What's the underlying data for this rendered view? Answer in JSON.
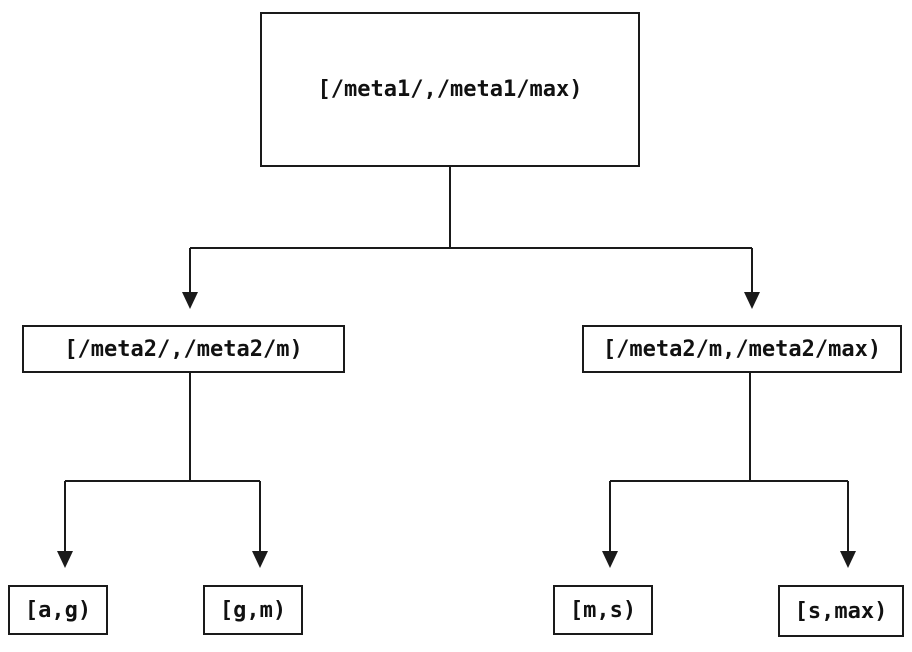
{
  "diagram": {
    "type": "tree",
    "background_color": "#ffffff",
    "line_color": "#1a1a1a",
    "text_color": "#111111",
    "nodes": [
      {
        "id": "root",
        "level": 0,
        "label": "[/meta1/,/meta1/max)"
      },
      {
        "id": "meta2-left",
        "level": 1,
        "label": "[/meta2/,/meta2/m)"
      },
      {
        "id": "meta2-right",
        "level": 1,
        "label": "[/meta2/m,/meta2/max)"
      },
      {
        "id": "leaf-ag",
        "level": 2,
        "label": "[a,g)"
      },
      {
        "id": "leaf-gm",
        "level": 2,
        "label": "[g,m)"
      },
      {
        "id": "leaf-ms",
        "level": 2,
        "label": "[m,s)"
      },
      {
        "id": "leaf-smax",
        "level": 2,
        "label": "[s,max)"
      }
    ],
    "edges": [
      {
        "from": "root",
        "to": "meta2-left"
      },
      {
        "from": "root",
        "to": "meta2-right"
      },
      {
        "from": "meta2-left",
        "to": "leaf-ag"
      },
      {
        "from": "meta2-left",
        "to": "leaf-gm"
      },
      {
        "from": "meta2-right",
        "to": "leaf-ms"
      },
      {
        "from": "meta2-right",
        "to": "leaf-smax"
      }
    ]
  }
}
